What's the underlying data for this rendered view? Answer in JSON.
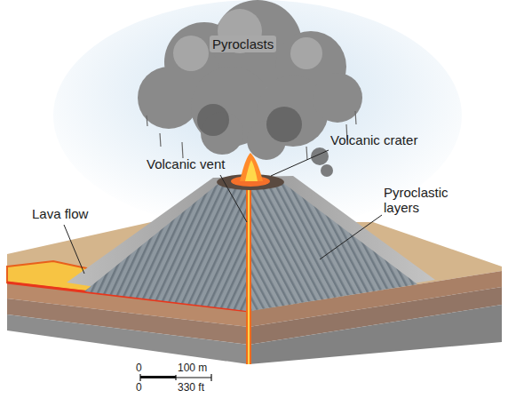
{
  "diagram": {
    "labels": [
      "Pyroclasts",
      "Volcanic crater",
      "Volcanic vent",
      "Pyroclastic layers",
      "Lava flow",
      "0",
      "100 m",
      "0",
      "330 ft"
    ]
  }
}
